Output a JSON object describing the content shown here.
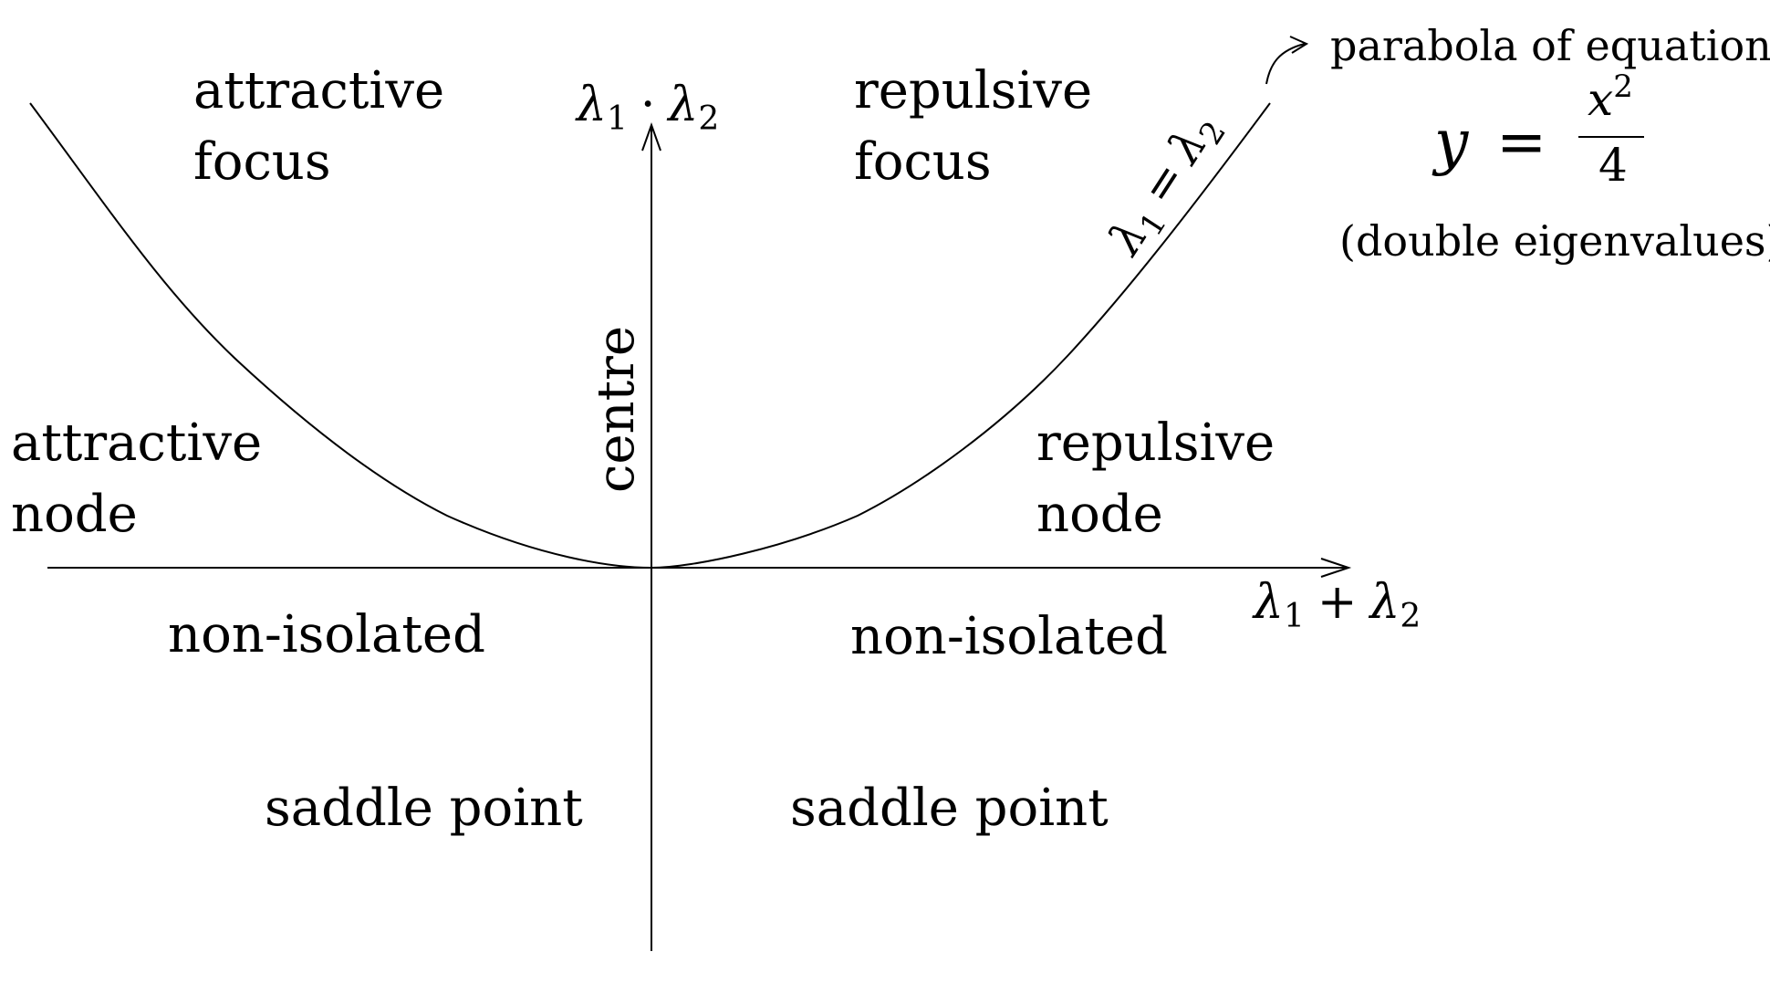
{
  "axes": {
    "x_label": {
      "a": "λ",
      "s1": "1",
      "op": "+",
      "b": "λ",
      "s2": "2"
    },
    "y_label": {
      "a": "λ",
      "s1": "1",
      "op": "·",
      "b": "λ",
      "s2": "2"
    },
    "vertical_label": "centre"
  },
  "curve": {
    "label": {
      "a": "λ",
      "s1": "1",
      "op": "=",
      "b": "λ",
      "s2": "2"
    }
  },
  "annotation": {
    "title": "parabola of equation",
    "eq_y": "y",
    "eq_equals": "=",
    "eq_num_base": "x",
    "eq_num_exp": "2",
    "eq_den": "4",
    "note": "(double eigenvalues)"
  },
  "regions": {
    "attractive_focus": {
      "line1": "attractive",
      "line2": "focus"
    },
    "repulsive_focus": {
      "line1": "repulsive",
      "line2": "focus"
    },
    "attractive_node": {
      "line1": "attractive",
      "line2": "node"
    },
    "repulsive_node": {
      "line1": "repulsive",
      "line2": "node"
    },
    "non_isolated_left": "non-isolated",
    "non_isolated_right": "non-isolated",
    "saddle_left": "saddle point",
    "saddle_right": "saddle point"
  }
}
